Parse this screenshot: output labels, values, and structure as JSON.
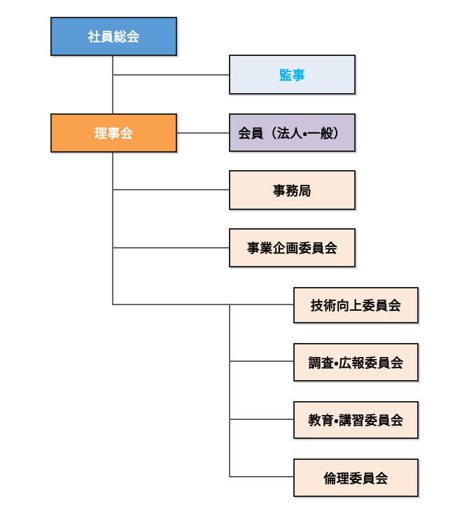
{
  "diagram": {
    "type": "org-chart",
    "nodes": {
      "general_meeting": {
        "label": "社員総会"
      },
      "auditor": {
        "label": "監事"
      },
      "board": {
        "label": "理事会"
      },
      "members": {
        "label": "会員（法人・一般）"
      },
      "secretariat": {
        "label": "事務局"
      },
      "business_planning": {
        "label": "事業企画委員会"
      },
      "technical_improvement": {
        "label": "技術向上委員会"
      },
      "research_pr": {
        "label": "調査・広報委員会"
      },
      "education_training": {
        "label": "教育・講習委員会"
      },
      "ethics": {
        "label": "倫理委員会"
      }
    },
    "edges": [
      {
        "from": "general_meeting",
        "to": "auditor"
      },
      {
        "from": "general_meeting",
        "to": "board"
      },
      {
        "from": "board",
        "to": "members"
      },
      {
        "from": "board",
        "to": "secretariat"
      },
      {
        "from": "board",
        "to": "business_planning"
      },
      {
        "from": "board",
        "to": "technical_improvement"
      },
      {
        "from": "board",
        "to": "research_pr"
      },
      {
        "from": "board",
        "to": "education_training"
      },
      {
        "from": "board",
        "to": "ethics"
      }
    ]
  },
  "colors": {
    "page_bg": "#FFFFFF",
    "general_meeting_bg": "#5B9BD5",
    "general_meeting_fg": "#FFFFFF",
    "auditor_bg": "#E4EDF6",
    "auditor_fg": "#00B0F0",
    "board_bg": "#F9A14D",
    "board_fg": "#FFFFFF",
    "members_bg": "#CDC3DB",
    "members_fg": "#000000",
    "committee_bg": "#FCE9DA",
    "committee_fg": "#000000",
    "connector": "#666666",
    "node_border": "#262626"
  }
}
